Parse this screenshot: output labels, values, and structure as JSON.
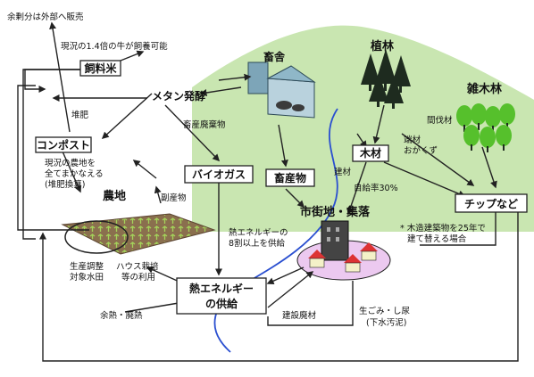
{
  "labels": {
    "surplus_export": "余剰分は外部へ販売",
    "cattle_capacity": "現況の1.4倍の牛が飼養可能",
    "feed_rice": "飼料米",
    "livestock": "畜舎",
    "methane": "メタン発酵",
    "livestock_manure": "畜産廃棄物",
    "compost": "コンポスト",
    "compost_side": "堆肥",
    "farmland_text_1": "現況の農地を",
    "farmland_text_2": "全てまかなえる",
    "farmland_text_3": "(堆肥換算)",
    "biogas": "バイオガス",
    "farmland": "農地",
    "byproduct": "副産物",
    "livestock_products": "畜産物",
    "forest": "植林",
    "mixed_forest": "雑木林",
    "lumber": "木材",
    "thinning": "間伐材",
    "scrap_wood_1": "端材",
    "scrap_wood_2": "おがくず",
    "construction_wood": "建材",
    "self_sufficiency": "自給率30%",
    "wood_chips": "チップなど",
    "heat_supply_text_1": "熱エネルギーの",
    "heat_supply_text_2": "8割以上を供給",
    "town": "市街地・集落",
    "note_1": "* 木造建築物を25年で",
    "note_2": "建て替える場合",
    "production_adjust_1": "生産調整",
    "production_adjust_2": "対象水田",
    "greenhouse_1": "ハウス栽培",
    "greenhouse_2": "等の利用",
    "heat_supply_1": "熱エネルギー",
    "heat_supply_2": "の供給",
    "waste_heat": "余熱・廃熱",
    "demolition_wood": "建設廃材",
    "garbage_1": "生ごみ・し尿",
    "garbage_2": "(下水汚泥)"
  },
  "colors": {
    "hill": "#c9e6b1",
    "field": "#8a6f4e",
    "crop": "#a4d45a",
    "tree_dark": "#1e2b1f",
    "tree_green": "#56c02c",
    "town_ellipse": "#ecc9f0",
    "river": "#2a4fd0"
  }
}
